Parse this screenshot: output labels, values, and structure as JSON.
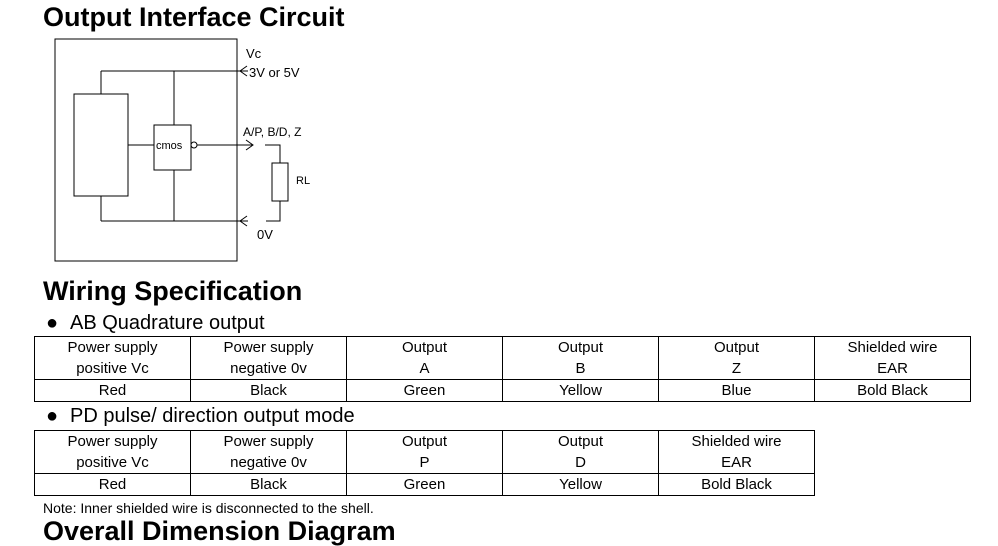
{
  "section1": {
    "title": "Output Interface Circuit"
  },
  "circuit": {
    "vc_label": "Vc",
    "supply_label": "3V or 5V",
    "cmos_label": "cmos",
    "output_label": "A/P, B/D, Z",
    "resistor_label": "RL",
    "ground_label": "0V"
  },
  "section2": {
    "title": "Wiring Specification"
  },
  "ab": {
    "heading": "AB Quadrature output",
    "columns": [
      {
        "line1": "Power supply",
        "line2": "positive Vc",
        "color": "Red"
      },
      {
        "line1": "Power supply",
        "line2": "negative 0v",
        "color": "Black"
      },
      {
        "line1": "Output",
        "line2": "A",
        "color": "Green"
      },
      {
        "line1": "Output",
        "line2": "B",
        "color": "Yellow"
      },
      {
        "line1": "Output",
        "line2": "Z",
        "color": "Blue"
      },
      {
        "line1": "Shielded wire",
        "line2": "EAR",
        "color": "Bold Black"
      }
    ]
  },
  "pd": {
    "heading": "PD pulse/ direction output mode",
    "columns": [
      {
        "line1": "Power supply",
        "line2": "positive Vc",
        "color": "Red"
      },
      {
        "line1": "Power supply",
        "line2": "negative 0v",
        "color": "Black"
      },
      {
        "line1": "Output",
        "line2": "P",
        "color": "Green"
      },
      {
        "line1": "Output",
        "line2": "D",
        "color": "Yellow"
      },
      {
        "line1": "Shielded wire",
        "line2": "EAR",
        "color": "Bold Black"
      }
    ]
  },
  "note": "Note: Inner shielded wire is disconnected to the shell.",
  "section3": {
    "title": "Overall Dimension Diagram"
  }
}
